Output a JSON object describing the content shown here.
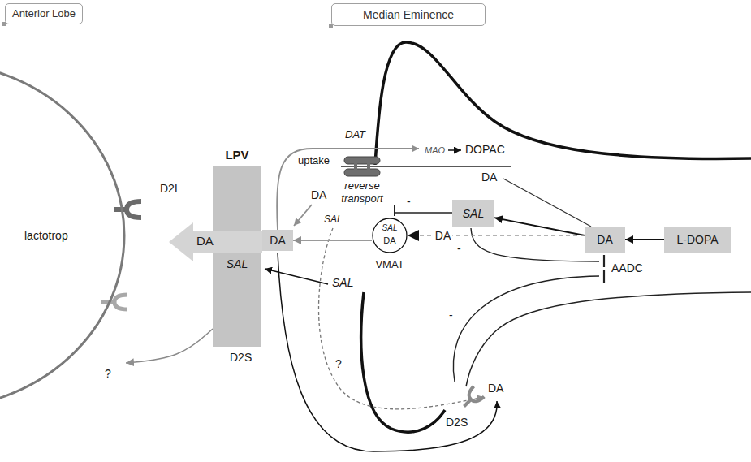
{
  "diagram": {
    "nodes": [
      {
        "text": [
          "Anterior Lobe"
        ]
      },
      {
        "text": [
          "Median Eminence"
        ]
      },
      {
        "text": [
          "lactotrop"
        ]
      },
      {
        "text": [
          "LPV",
          "SAL"
        ]
      },
      {
        "text": [
          "DA"
        ]
      },
      {
        "text": [
          "DA"
        ]
      },
      {
        "text": [
          "SAL"
        ]
      },
      {
        "text": [
          "SAL",
          "DA",
          "VMAT"
        ]
      },
      {
        "text": [
          "DA"
        ]
      },
      {
        "text": [
          "L-DOPA"
        ]
      }
    ],
    "edges": [
      {
        "from": 9,
        "to": 8,
        "arrow": "to"
      },
      {
        "from": 8,
        "to": 6,
        "arrow": "to"
      },
      {
        "from": 8,
        "to": 7,
        "arrow": "to",
        "label": "DA"
      },
      {
        "from": 7,
        "to": 5,
        "arrow": "to"
      },
      {
        "from": 3,
        "to": 2,
        "arrow": "to"
      }
    ],
    "labels": [
      "D2L",
      "DAT",
      "MAO",
      "DOPAC",
      "uptake",
      "DA",
      "DA",
      "reverse transport",
      "-",
      "SAL",
      "-",
      "AADC",
      "SAL",
      "-",
      "D2S",
      "?",
      "?",
      "DA",
      "D2S"
    ]
  }
}
